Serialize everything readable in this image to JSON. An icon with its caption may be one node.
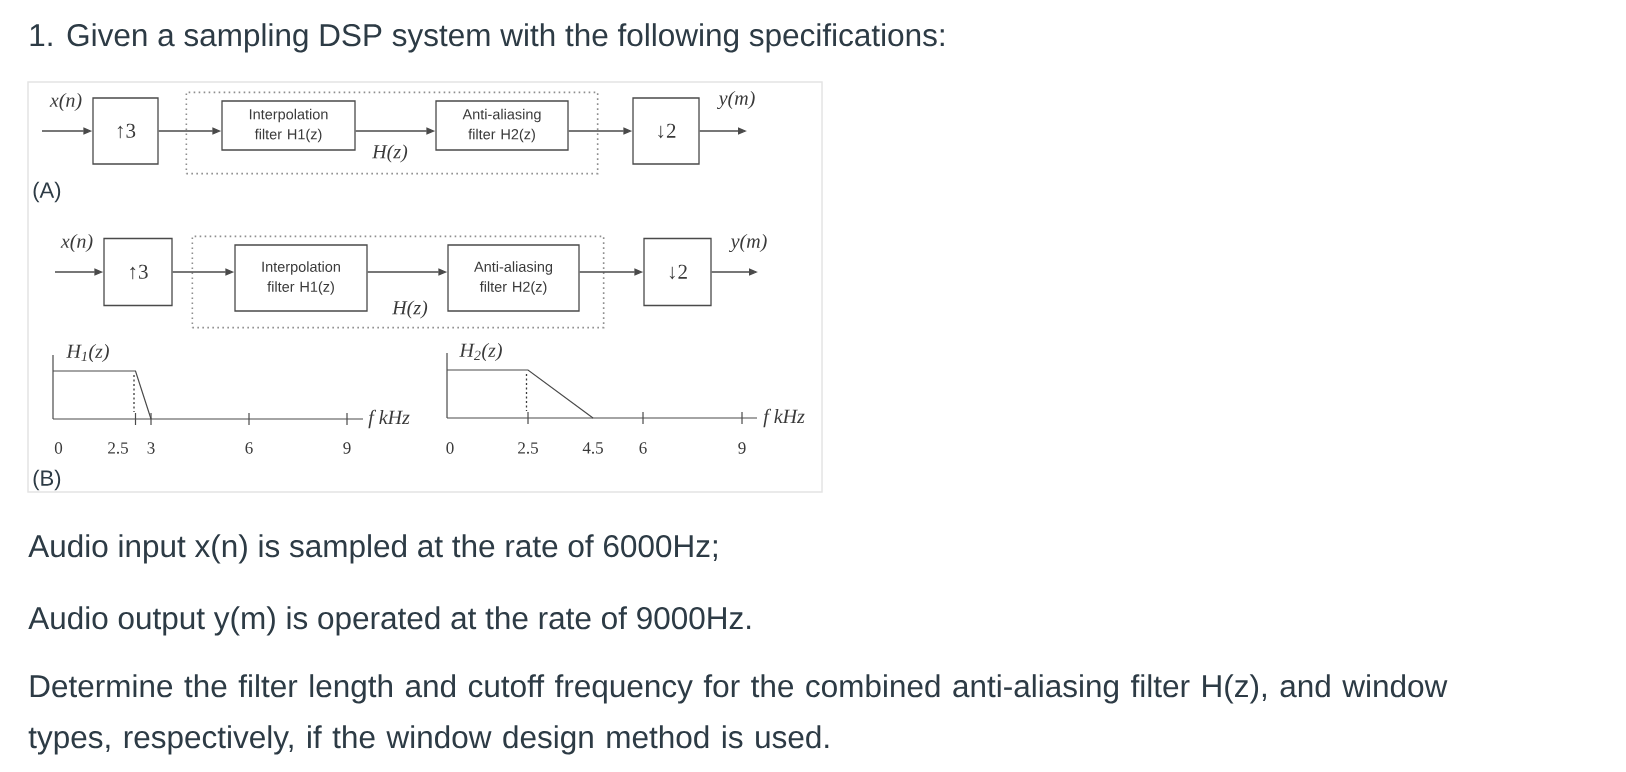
{
  "diagram": {
    "title": "1. Given a sampling DSP system with the following specifications:",
    "nodes": [
      {
        "text": [
          "↑3"
        ]
      },
      {
        "text": [
          "H(z)"
        ]
      },
      {
        "text": [
          "Interpolation filter H1(z)"
        ],
        "in": 1
      },
      {
        "text": [
          "Anti-aliasing filter H2(z)"
        ],
        "in": 1
      },
      {
        "text": [
          "↓2"
        ]
      },
      {
        "text": [
          "↑3"
        ]
      },
      {
        "text": [
          "H(z)"
        ]
      },
      {
        "text": [
          "Interpolation filter H1(z)"
        ],
        "in": 6
      },
      {
        "text": [
          "Anti-aliasing filter H2(z)"
        ],
        "in": 6
      },
      {
        "text": [
          "↓2"
        ]
      }
    ],
    "edges": [
      {
        "from": null,
        "to": 0,
        "arrow": "to",
        "label": "x(n)"
      },
      {
        "from": 0,
        "to": 2,
        "arrow": "to"
      },
      {
        "from": 2,
        "to": 3,
        "arrow": "to"
      },
      {
        "from": 3,
        "to": 4,
        "arrow": "to"
      },
      {
        "from": 4,
        "to": null,
        "arrow": "to",
        "label": "y(m)"
      },
      {
        "from": null,
        "to": 5,
        "arrow": "to",
        "label": "x(n)"
      },
      {
        "from": 5,
        "to": 7,
        "arrow": "to"
      },
      {
        "from": 7,
        "to": 8,
        "arrow": "to"
      },
      {
        "from": 8,
        "to": 9,
        "arrow": "to"
      },
      {
        "from": 9,
        "to": null,
        "arrow": "to",
        "label": "y(m)"
      }
    ],
    "labels": [
      "(A)",
      "H$_{1}$(z)",
      "H$_{2}$(z)",
      "f kHz",
      "f kHz",
      "0",
      "2.5",
      "3",
      "6",
      "9",
      "0",
      "2.5",
      "4.5",
      "6",
      "9",
      "(B)",
      "Audio input x(n) is sampled at the rate of 6000Hz;",
      "Audio output y(m) is operated at the rate of 9000Hz.",
      "Determine the filter length and cutoff frequency for the combined anti-aliasing filter H(z), and window types, respectively, if the window design method is used."
    ]
  }
}
